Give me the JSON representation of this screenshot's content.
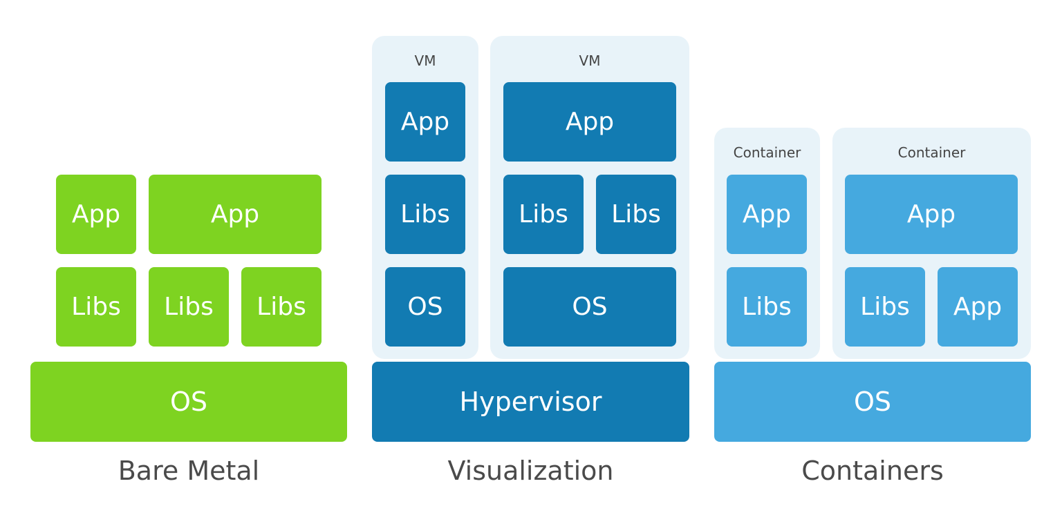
{
  "colors": {
    "bare_metal": "#7ed321",
    "virtualization": "#127bb2",
    "containers": "#45a9df",
    "panel_background": "#e8f3f9",
    "caption_text": "#4a4a4a"
  },
  "bare_metal": {
    "caption": "Bare Metal",
    "base": "OS",
    "apps": [
      "App",
      "App"
    ],
    "libs": [
      "Libs",
      "Libs",
      "Libs"
    ]
  },
  "virtualization": {
    "caption": "Visualization",
    "base": "Hypervisor",
    "vms": [
      {
        "label": "VM",
        "app": "App",
        "libs": [
          "Libs"
        ],
        "os": "OS"
      },
      {
        "label": "VM",
        "app": "App",
        "libs": [
          "Libs",
          "Libs"
        ],
        "os": "OS"
      }
    ]
  },
  "containers": {
    "caption": "Containers",
    "base": "OS",
    "items": [
      {
        "label": "Container",
        "app": "App",
        "bottom": [
          "Libs"
        ]
      },
      {
        "label": "Container",
        "app": "App",
        "bottom": [
          "Libs",
          "App"
        ]
      }
    ]
  }
}
